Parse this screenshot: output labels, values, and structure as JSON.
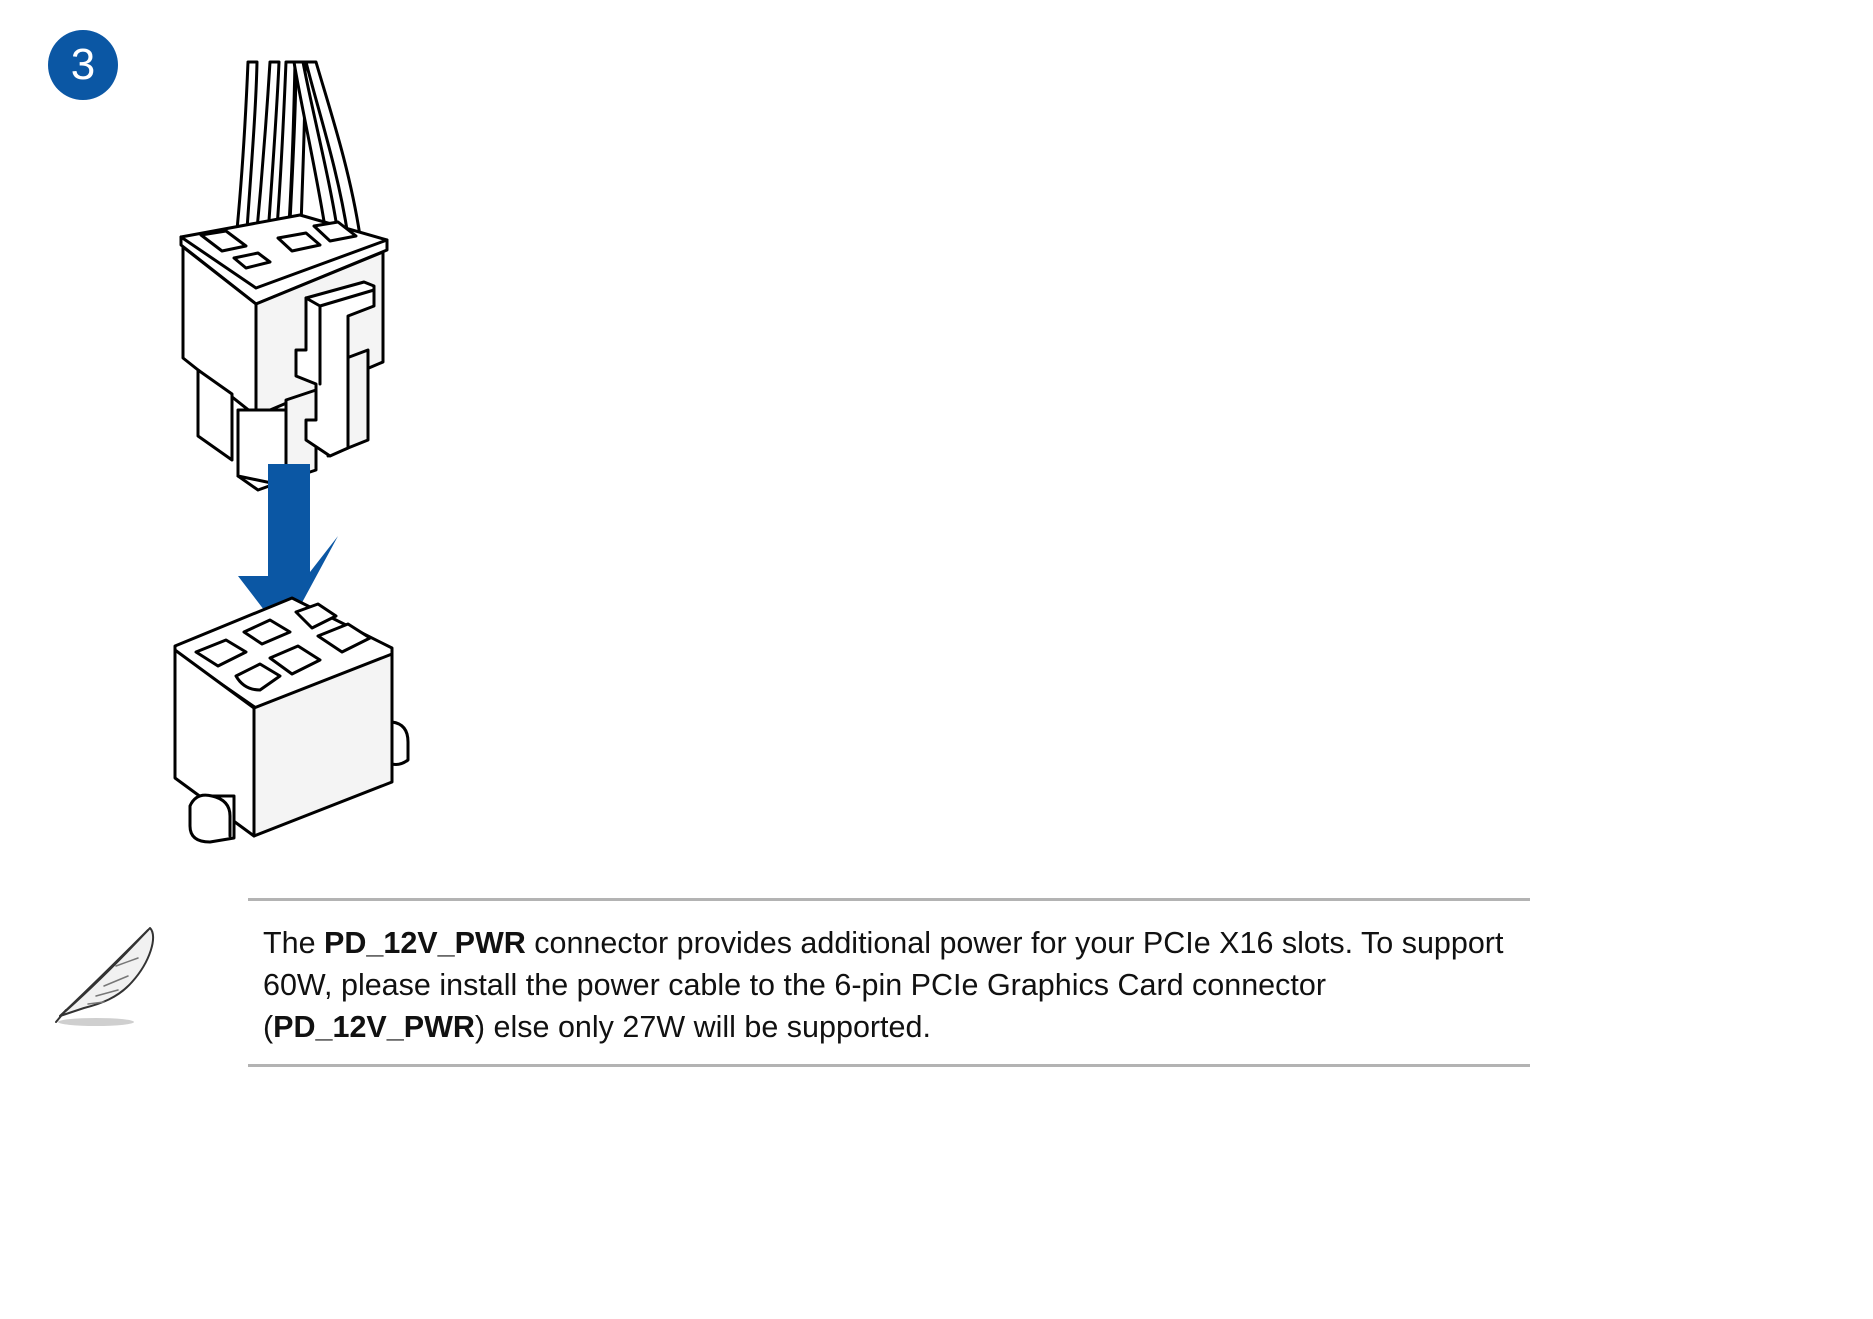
{
  "step": {
    "number": "3"
  },
  "colors": {
    "accent": "#0b57a4",
    "rule": "#b3b3b3",
    "text": "#111111"
  },
  "figure": {
    "icons": [
      "pcie-6pin-cable-plug-icon",
      "insert-down-arrow-icon",
      "pd-12v-pwr-socket-icon"
    ]
  },
  "note": {
    "icon": "feather-quill-icon",
    "part1": "The ",
    "bold1": "PD_12V_PWR",
    "part2": " connector provides additional power for your PCIe X16 slots. To support 60W, please install the power cable to the 6-pin PCIe Graphics Card connector (",
    "bold2": "PD_12V_PWR",
    "part3": ") else only 27W will be supported."
  }
}
